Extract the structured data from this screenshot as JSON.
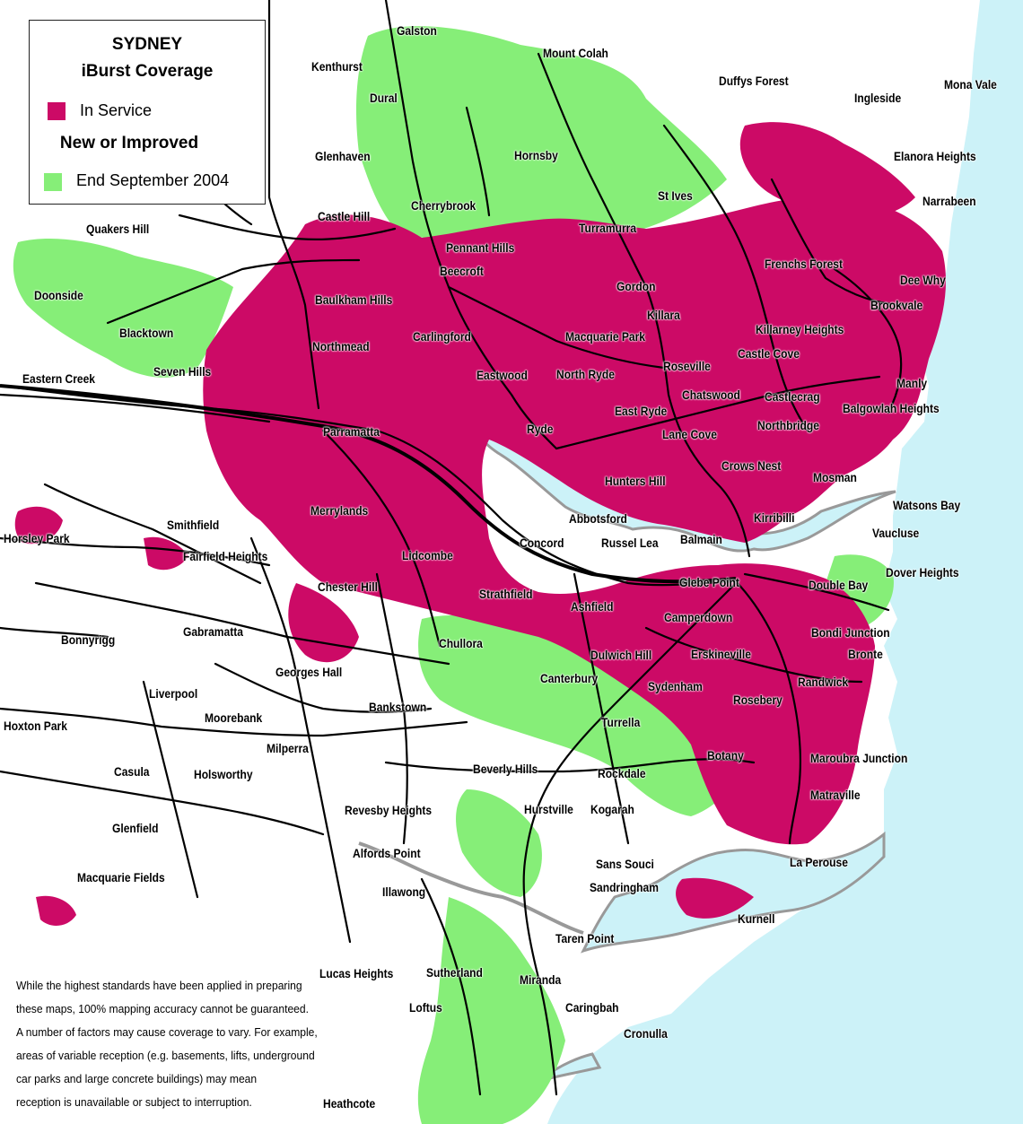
{
  "legend": {
    "title": "SYDNEY",
    "subtitle": "iBurst Coverage",
    "in_service_label": "In Service",
    "new_heading": "New or Improved",
    "new_label": "End September 2004"
  },
  "colors": {
    "in_service": "#cc0a66",
    "new_or_improved": "#86ee78",
    "water": "#ccf2f8",
    "shoreline": "#999999",
    "roads": "#000000"
  },
  "suburbs": [
    "Galston",
    "Mount Colah",
    "Kenthurst",
    "Dural",
    "Duffys Forest",
    "Mona Vale",
    "Ingleside",
    "Glenhaven",
    "Hornsby",
    "Elanora Heights",
    "St Ives",
    "Narrabeen",
    "Cherrybrook",
    "Castle Hill",
    "Turramurra",
    "Quakers Hill",
    "Pennant Hills",
    "Beecroft",
    "Frenchs Forest",
    "Dee Why",
    "Doonside",
    "Baulkham Hills",
    "Gordon",
    "Brookvale",
    "Killara",
    "Blacktown",
    "Carlingford",
    "Macquarie Park",
    "Killarney Heights",
    "Northmead",
    "Castle Cove",
    "Seven Hills",
    "Roseville",
    "Eastern Creek",
    "Eastwood",
    "North Ryde",
    "Manly",
    "Chatswood",
    "Castlecrag",
    "Balgowlah Heights",
    "East Ryde",
    "Northbridge",
    "Parramatta",
    "Ryde",
    "Lane Cove",
    "Crows Nest",
    "Mosman",
    "Hunters Hill",
    "Watsons Bay",
    "Merrylands",
    "Kirribilli",
    "Abbotsford",
    "Smithfield",
    "Horsley Park",
    "Vaucluse",
    "Balmain",
    "Concord",
    "Russel Lea",
    "Fairfield Heights",
    "Lidcombe",
    "Dover Heights",
    "Glebe Point",
    "Chester Hill",
    "Double Bay",
    "Strathfield",
    "Ashfield",
    "Camperdown",
    "Gabramatta",
    "Bonnyrigg",
    "Bondi Junction",
    "Chullora",
    "Dulwich Hill",
    "Erskineville",
    "Bronte",
    "Georges Hall",
    "Canterbury",
    "Randwick",
    "Sydenham",
    "Liverpool",
    "Rosebery",
    "Bankstown",
    "Moorebank",
    "Hoxton Park",
    "Turrella",
    "Milperra",
    "Botany",
    "Maroubra Junction",
    "Casula",
    "Holsworthy",
    "Beverly Hills",
    "Rockdale",
    "Matraville",
    "Revesby Heights",
    "Hurstville",
    "Kogarah",
    "Glenfield",
    "La Perouse",
    "Alfords Point",
    "Sans Souci",
    "Macquarie Fields",
    "Sandringham",
    "Illawong",
    "Kurnell",
    "Taren Point",
    "Lucas Heights",
    "Sutherland",
    "Miranda",
    "Loftus",
    "Caringbah",
    "Cronulla",
    "Heathcote"
  ],
  "disclaimer": [
    "While the highest standards have been applied in preparing",
    "these maps, 100% mapping accuracy cannot be guaranteed.",
    "A number of factors may cause coverage to vary. For example,",
    "areas of variable reception (e.g. basements, lifts, underground",
    "car parks and large concrete buildings) may mean",
    "reception is unavailable or subject to interruption."
  ]
}
